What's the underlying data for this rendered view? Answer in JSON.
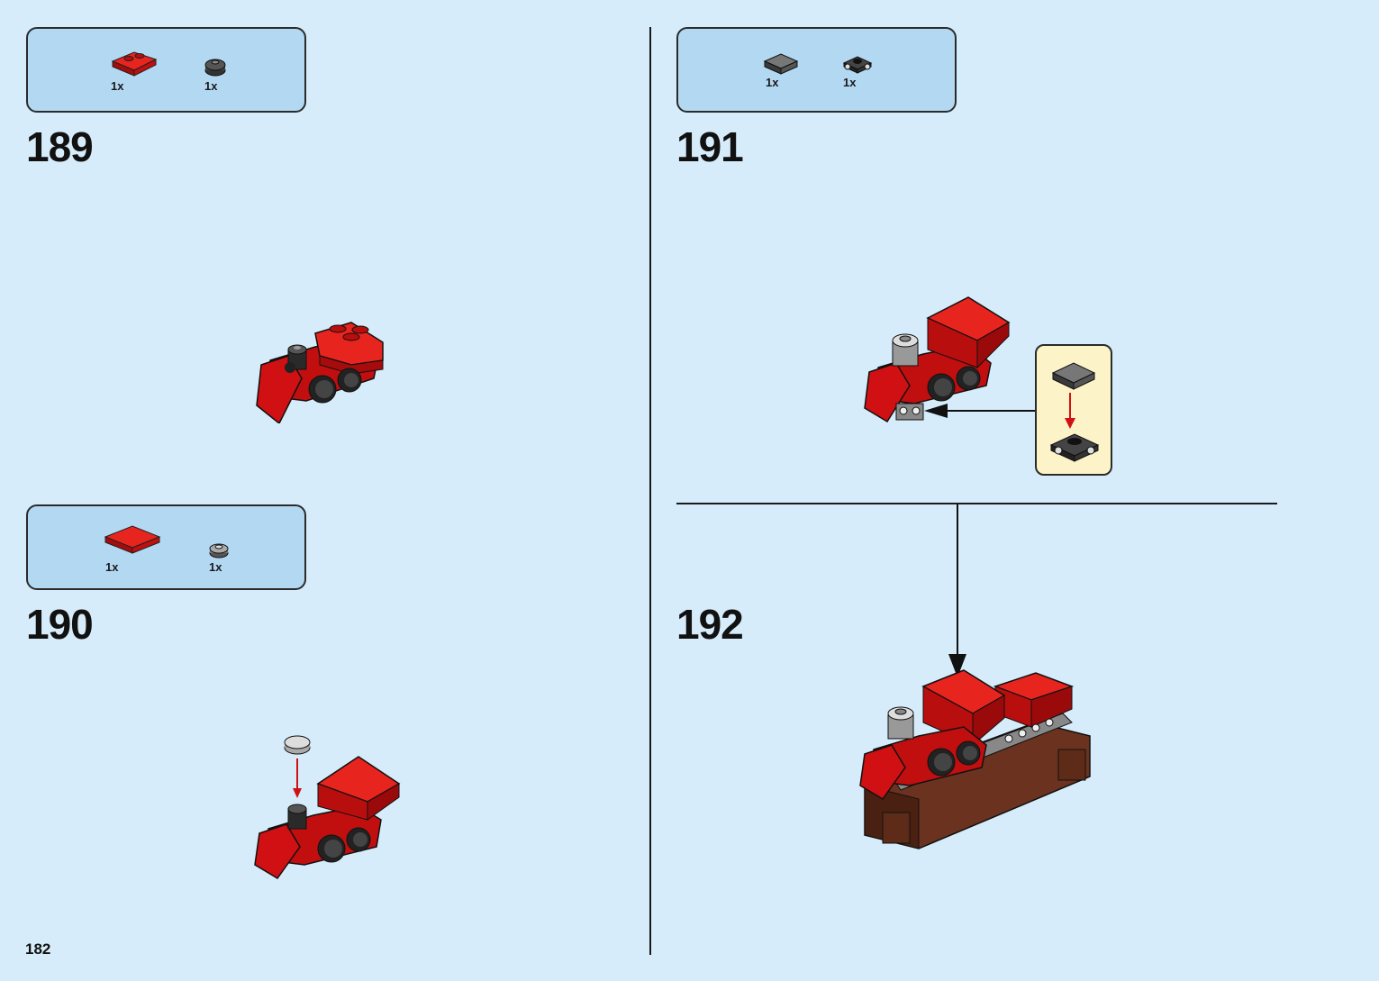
{
  "page": {
    "number": "182"
  },
  "steps": [
    {
      "number": "189",
      "parts": [
        {
          "qty": "1x",
          "icon": "red-plate-1x2-icon",
          "color": "#d01012"
        },
        {
          "qty": "1x",
          "icon": "dark-grey-round-tile-icon",
          "color": "#3a3a3a"
        }
      ]
    },
    {
      "number": "190",
      "parts": [
        {
          "qty": "1x",
          "icon": "red-plate-2x2-icon",
          "color": "#d01012"
        },
        {
          "qty": "1x",
          "icon": "silver-round-plate-icon",
          "color": "#8a8a8a"
        }
      ]
    },
    {
      "number": "191",
      "parts": [
        {
          "qty": "1x",
          "icon": "dark-grey-tile-icon",
          "color": "#5a5a5a"
        },
        {
          "qty": "1x",
          "icon": "wheel-holder-icon",
          "color": "#2a2a2a"
        }
      ]
    },
    {
      "number": "192",
      "parts": []
    }
  ],
  "colors": {
    "background": "#d6ecfa",
    "parts_box": "#b3d8f2",
    "callout": "#fdf3c9",
    "brick_red": "#d01012",
    "base_brown": "#5e2b18",
    "arrow_red": "#d01012"
  }
}
